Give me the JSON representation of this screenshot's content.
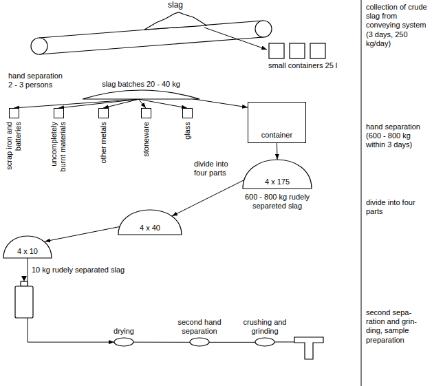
{
  "diagram": {
    "nodes": [
      {
        "text": [
          "slag"
        ]
      },
      {
        "text": [
          "small containers 25 l"
        ]
      },
      {
        "text": [
          "slag batches 20 - 40 kg"
        ]
      },
      {
        "text": [
          "scrap iron and batteries"
        ]
      },
      {
        "text": [
          "uncompletely burnt materials"
        ]
      },
      {
        "text": [
          "other metals"
        ]
      },
      {
        "text": [
          "stoneware"
        ]
      },
      {
        "text": [
          "glass"
        ]
      },
      {
        "text": [
          "container"
        ]
      },
      {
        "text": [
          "4 x 175",
          "600 - 800 kg rudely separeted slag"
        ]
      },
      {
        "text": [
          "4 x 40"
        ]
      },
      {
        "text": [
          "4 x 10"
        ]
      },
      {
        "text": [
          "drying"
        ]
      },
      {
        "text": [
          "second hand separation"
        ]
      },
      {
        "text": [
          "crushing and grinding"
        ]
      }
    ],
    "edges": [
      {
        "from": 0,
        "to": 1,
        "arrow": "to"
      },
      {
        "from": 2,
        "to": 3,
        "arrow": "to"
      },
      {
        "from": 2,
        "to": 4,
        "arrow": "to"
      },
      {
        "from": 2,
        "to": 5,
        "arrow": "to"
      },
      {
        "from": 2,
        "to": 6,
        "arrow": "to"
      },
      {
        "from": 2,
        "to": 7,
        "arrow": "to"
      },
      {
        "from": 2,
        "to": 8,
        "arrow": "to"
      },
      {
        "from": 8,
        "to": 9,
        "arrow": "to"
      },
      {
        "from": 9,
        "to": 10,
        "label": "divide into four parts",
        "arrow": "to"
      },
      {
        "from": 10,
        "to": 11,
        "arrow": "to"
      },
      {
        "from": 11,
        "to": 12,
        "label": "10 kg rudely separated slag",
        "arrow": "to"
      },
      {
        "from": 12,
        "to": 13,
        "arrow": "none"
      },
      {
        "from": 13,
        "to": 14,
        "arrow": "none"
      }
    ],
    "labels": [
      "collection of crude slag from conveying system (3 days, 250 kg/day)",
      "hand separation 2 - 3 persons",
      "hand separation (600 - 800 kg within 3 days)",
      "divide into four parts",
      "second sepa- ration and grin- ding, sample preparation"
    ]
  }
}
